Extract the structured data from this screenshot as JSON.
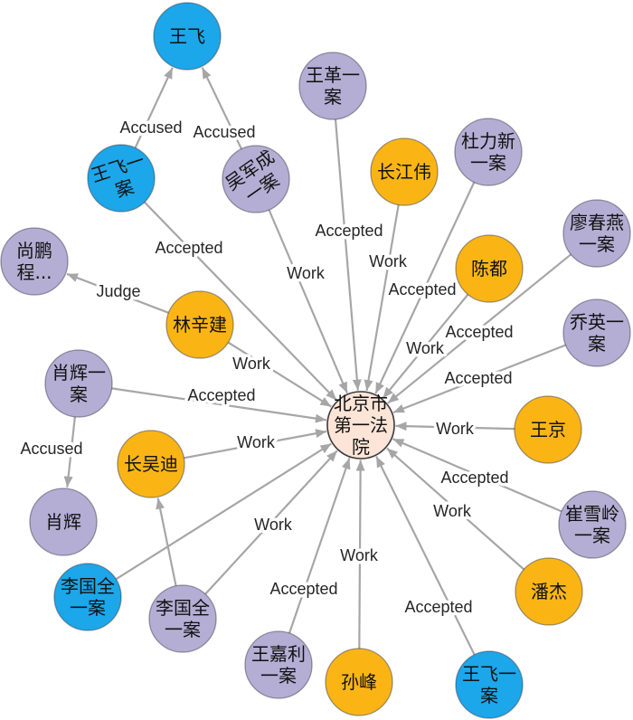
{
  "graph": {
    "edge_color": "#A6A6A6",
    "nodes": [
      {
        "lines": [
          "王飞"
        ],
        "color": "#1BA7EA"
      },
      {
        "lines": [
          "王革一",
          "案"
        ],
        "color": "#B4AED4"
      },
      {
        "lines": [
          "王飞一",
          "案"
        ],
        "color": "#1BA7EA"
      },
      {
        "lines": [
          "吴军成",
          "一案"
        ],
        "color": "#B4AED4"
      },
      {
        "lines": [
          "长江伟"
        ],
        "color": "#FAB515"
      },
      {
        "lines": [
          "杜力新",
          "一案"
        ],
        "color": "#B4AED4"
      },
      {
        "lines": [
          "廖春燕",
          "一案"
        ],
        "color": "#B4AED4"
      },
      {
        "lines": [
          "尚鹏",
          "程..."
        ],
        "color": "#B4AED4"
      },
      {
        "lines": [
          "陈都"
        ],
        "color": "#FAB515"
      },
      {
        "lines": [
          "林辛建"
        ],
        "color": "#FAB515"
      },
      {
        "lines": [
          "乔英一",
          "案"
        ],
        "color": "#B4AED4"
      },
      {
        "lines": [
          "肖辉一",
          "案"
        ],
        "color": "#B4AED4"
      },
      {
        "lines": [
          "北京市",
          "第一法",
          "院"
        ],
        "color": "#FCE4D6"
      },
      {
        "lines": [
          "王京"
        ],
        "color": "#FAB515"
      },
      {
        "lines": [
          "长吴迪"
        ],
        "color": "#FAB515"
      },
      {
        "lines": [
          "肖辉"
        ],
        "color": "#B4AED4"
      },
      {
        "lines": [
          "崔雪岭",
          "一案"
        ],
        "color": "#B4AED4"
      },
      {
        "lines": [
          "潘杰"
        ],
        "color": "#FAB515"
      },
      {
        "lines": [
          "李国全",
          "一案"
        ],
        "color": "#1BA7EA"
      },
      {
        "lines": [
          "李国全",
          "一案"
        ],
        "color": "#B4AED4"
      },
      {
        "lines": [
          "王嘉利",
          "一案"
        ],
        "color": "#B4AED4"
      },
      {
        "lines": [
          "孙峰"
        ],
        "color": "#FAB515"
      },
      {
        "lines": [
          "王飞一",
          "案"
        ],
        "color": "#1BA7EA"
      }
    ],
    "edges": [
      {
        "from": 2,
        "to": 0,
        "label": "Accused"
      },
      {
        "from": 3,
        "to": 0,
        "label": "Accused"
      },
      {
        "from": 2,
        "to": 12,
        "label": "Accepted"
      },
      {
        "from": 1,
        "to": 12,
        "label": "Accepted"
      },
      {
        "from": 3,
        "to": 12,
        "label": "Work"
      },
      {
        "from": 4,
        "to": 12,
        "label": "Work"
      },
      {
        "from": 5,
        "to": 12,
        "label": "Accepted"
      },
      {
        "from": 8,
        "to": 12,
        "label": "Work"
      },
      {
        "from": 6,
        "to": 12,
        "label": "Accepted"
      },
      {
        "from": 10,
        "to": 12,
        "label": "Accepted"
      },
      {
        "from": 9,
        "to": 7,
        "label": "Judge"
      },
      {
        "from": 9,
        "to": 12,
        "label": "Work"
      },
      {
        "from": 11,
        "to": 12,
        "label": "Accepted"
      },
      {
        "from": 11,
        "to": 15,
        "label": "Accused"
      },
      {
        "from": 13,
        "to": 12,
        "label": "Work"
      },
      {
        "from": 14,
        "to": 12,
        "label": "Work"
      },
      {
        "from": 16,
        "to": 12,
        "label": "Accepted"
      },
      {
        "from": 17,
        "to": 12,
        "label": "Work"
      },
      {
        "from": 18,
        "to": 12
      },
      {
        "from": 19,
        "to": 14
      },
      {
        "from": 19,
        "to": 12,
        "label": "Work"
      },
      {
        "from": 20,
        "to": 12,
        "label": "Accepted"
      },
      {
        "from": 21,
        "to": 12,
        "label": "Work"
      },
      {
        "from": 22,
        "to": 12,
        "label": "Accepted"
      }
    ]
  }
}
